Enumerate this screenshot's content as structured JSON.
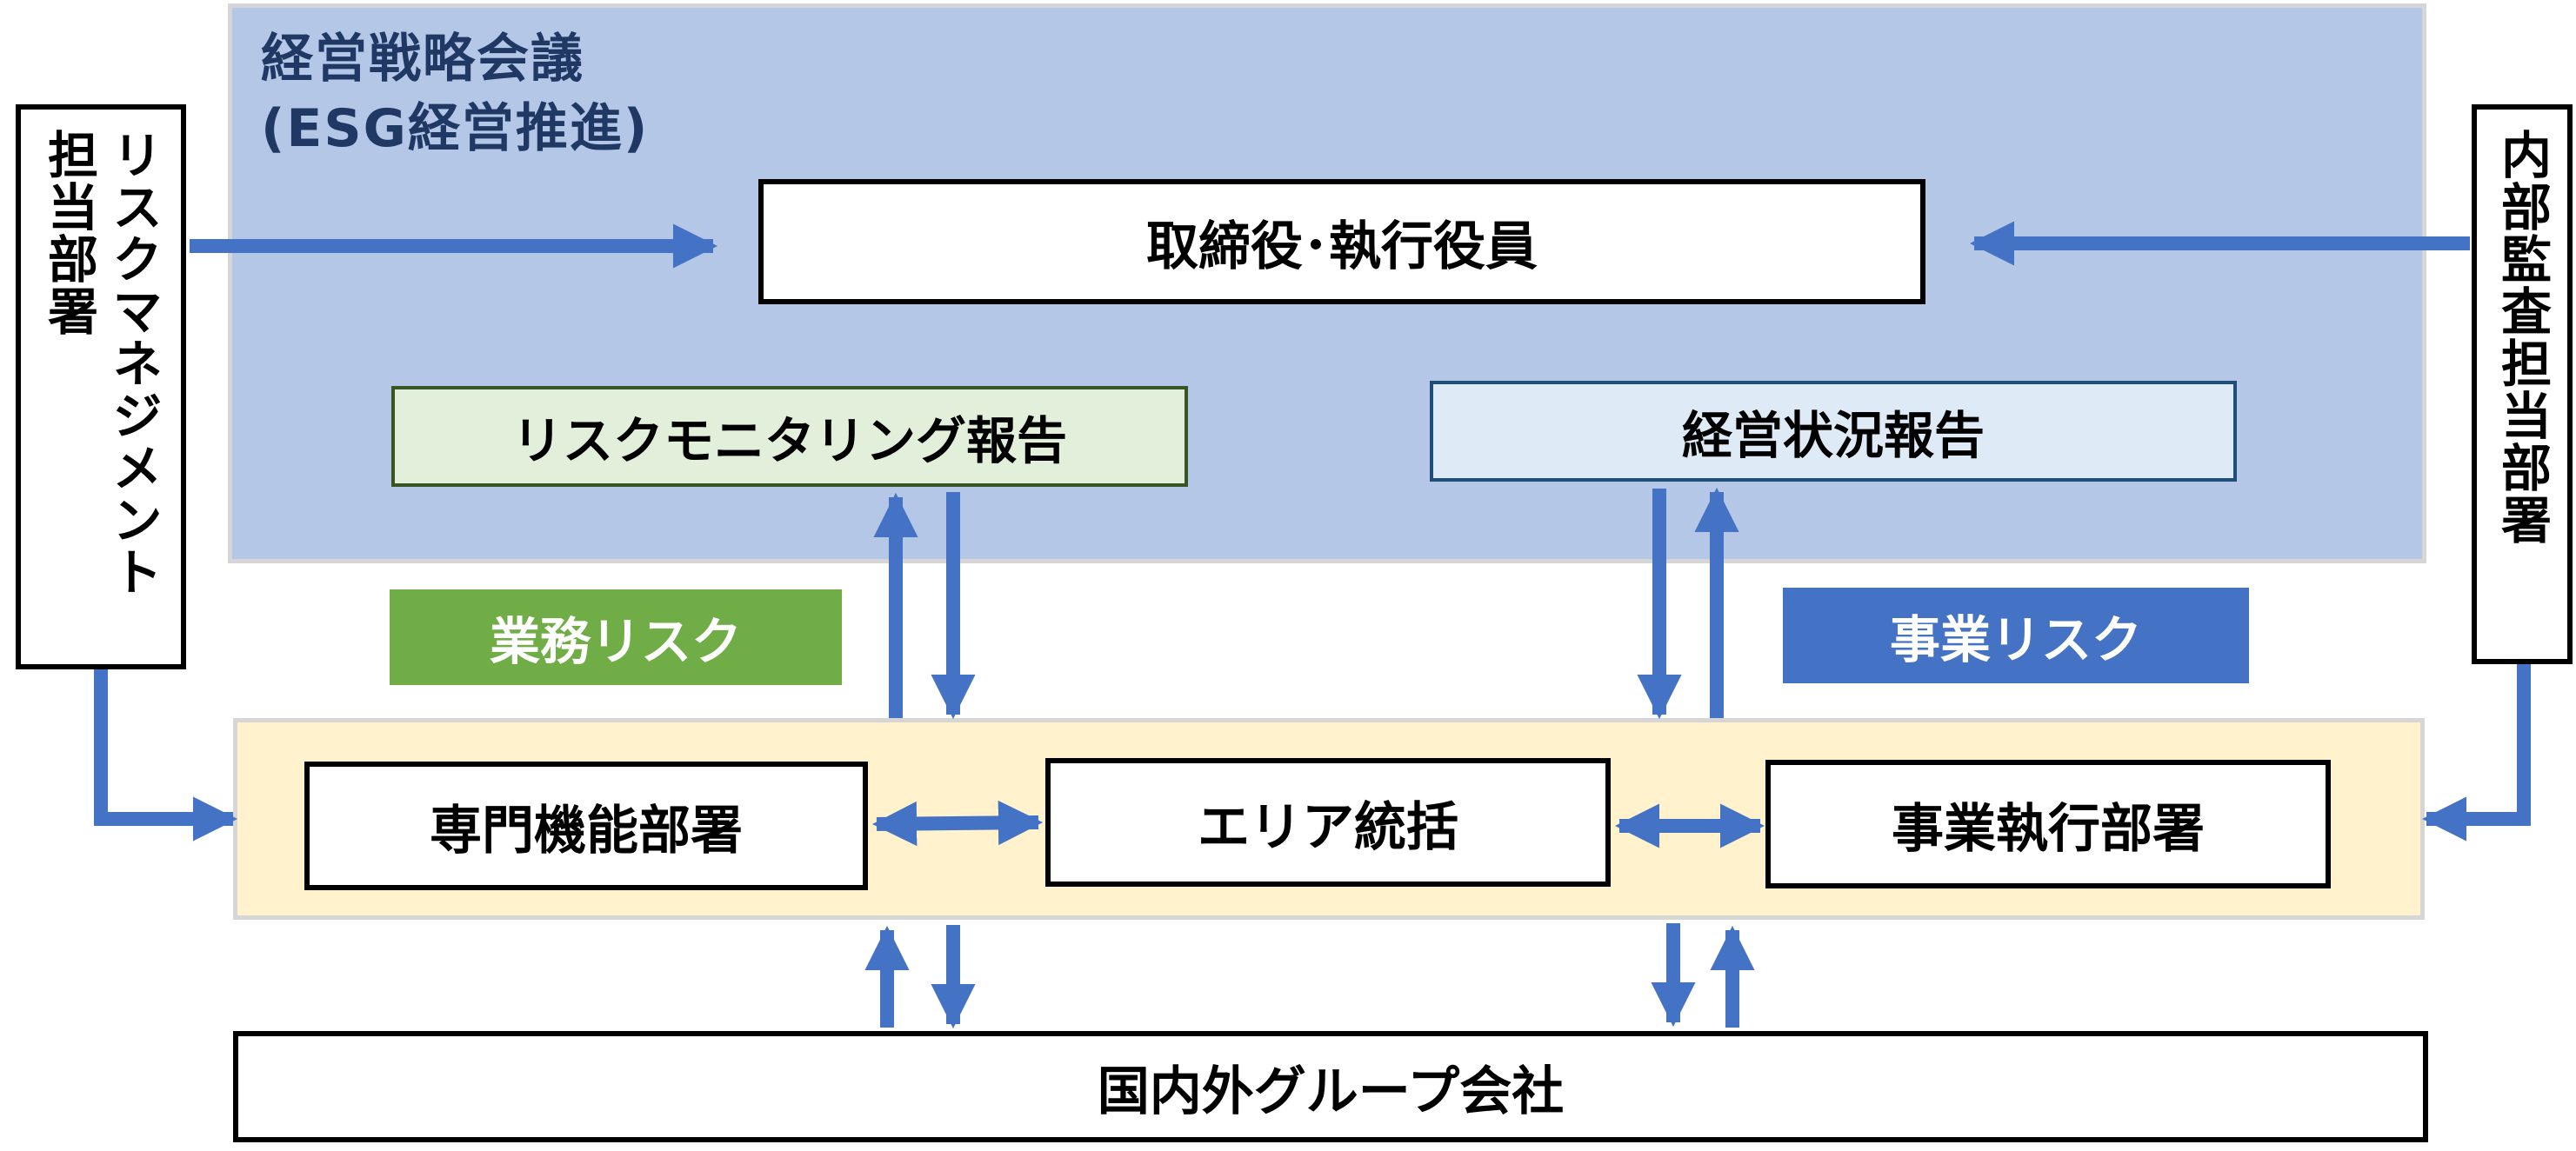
{
  "colors": {
    "arrow": "#4472c4",
    "council_bg": "#b4c7e7",
    "field_bg": "#fff2cc",
    "tag_business_risk": "#70ad47",
    "tag_operational_risk": "#4472c4"
  },
  "council": {
    "title_line1": "経営戦略会議",
    "title_line2": "(ESG経営推進)"
  },
  "boxes": {
    "directors": "取締役･執行役員",
    "risk_monitoring_report": "リスクモニタリング報告",
    "management_report": "経営状況報告",
    "specialist_dept": "専門機能部署",
    "area_supervision": "エリア統括",
    "business_execution": "事業執行部署",
    "group_companies": "国内外グループ会社"
  },
  "tags": {
    "business_risk": "業務リスク",
    "operational_risk": "事業リスク"
  },
  "side": {
    "risk_mgmt_line1": "リスクマネジメント",
    "risk_mgmt_line2": "担当部署",
    "internal_audit": "内部監査担当部署"
  }
}
